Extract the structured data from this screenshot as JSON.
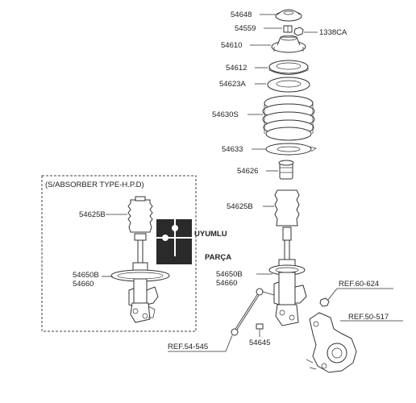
{
  "diagram": {
    "labels": {
      "p54648": "54648",
      "p54559": "54559",
      "p1338CA": "1338CA",
      "p54610": "54610",
      "p54612": "54612",
      "p54623A": "54623A",
      "p54630S": "54630S",
      "p54633": "54633",
      "p54626": "54626",
      "p54625B": "54625B",
      "p54650B": "54650B",
      "p54660": "54660",
      "p54645": "54645",
      "ref60624": "REF.60-624",
      "ref50517": "REF.50-517",
      "ref54545": "REF.54-545"
    },
    "inset": {
      "title": "(S/ABSORBER TYPE-H.P.D)",
      "p54625B": "54625B",
      "p54650B": "54650B",
      "p54660": "54660"
    },
    "watermark": {
      "line1": "UYUMLU",
      "line2": "PARÇA"
    }
  }
}
